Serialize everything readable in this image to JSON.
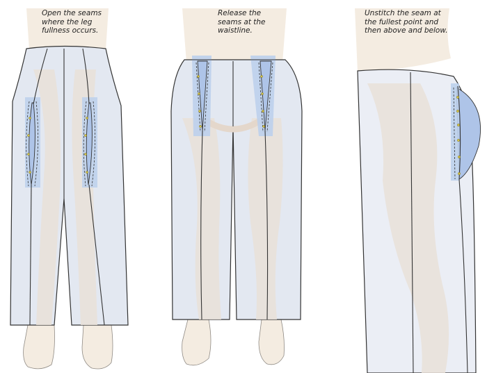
{
  "captions": {
    "figure_1": [
      "Open the seams",
      "where the leg",
      "fullness occurs."
    ],
    "figure_2": [
      "Release the",
      "seams at the",
      "waistline."
    ],
    "figure_3": [
      "Unstitch the seam at",
      "the fullest point and",
      "then above and below."
    ]
  },
  "colors": {
    "skin": "#f4ece1",
    "fabric": "#e3e8f1",
    "fabric_alt": "#ebeef5",
    "body_shadow": "#e9e0d8",
    "seam_allowance": "#bcd0ec",
    "bulge": "#aec4e8",
    "outline": "#333333",
    "pin": "#d6c64a"
  },
  "icons": {
    "marker": "pin-icon"
  }
}
